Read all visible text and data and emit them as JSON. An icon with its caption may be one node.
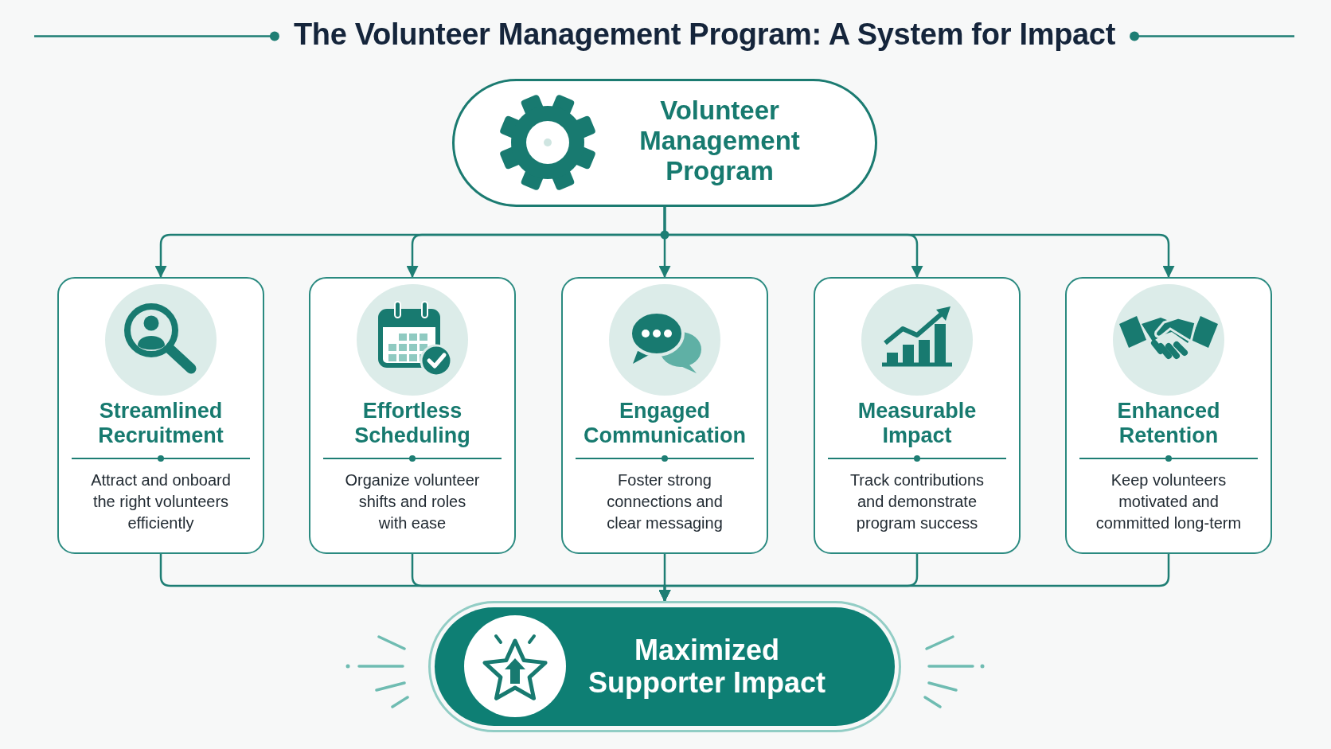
{
  "diagram": {
    "title": "The Volunteer Management Program: A System for Impact",
    "nodes": [
      {
        "text": [
          "Volunteer Management Program"
        ]
      },
      {
        "text": [
          "Streamlined Recruitment",
          "Attract and onboard the right volunteers efficiently"
        ]
      },
      {
        "text": [
          "Effortless Scheduling",
          "Organize volunteer shifts and roles with ease"
        ]
      },
      {
        "text": [
          "Engaged Communication",
          "Foster strong connections and clear messaging"
        ]
      },
      {
        "text": [
          "Measurable Impact",
          "Track contributions and demonstrate program success"
        ]
      },
      {
        "text": [
          "Enhanced Retention",
          "Keep volunteers motivated and committed long-term"
        ]
      },
      {
        "text": [
          "Maximized Supporter Impact"
        ]
      }
    ],
    "edges": [
      {
        "from": 0,
        "to": 1,
        "arrow": "to"
      },
      {
        "from": 0,
        "to": 2,
        "arrow": "to"
      },
      {
        "from": 0,
        "to": 3,
        "arrow": "to"
      },
      {
        "from": 0,
        "to": 4,
        "arrow": "to"
      },
      {
        "from": 0,
        "to": 5,
        "arrow": "to"
      },
      {
        "from": 1,
        "to": 6,
        "arrow": "to"
      },
      {
        "from": 2,
        "to": 6,
        "arrow": "to"
      },
      {
        "from": 3,
        "to": 6,
        "arrow": "to"
      },
      {
        "from": 4,
        "to": 6,
        "arrow": "to"
      },
      {
        "from": 5,
        "to": 6,
        "arrow": "to"
      }
    ]
  }
}
